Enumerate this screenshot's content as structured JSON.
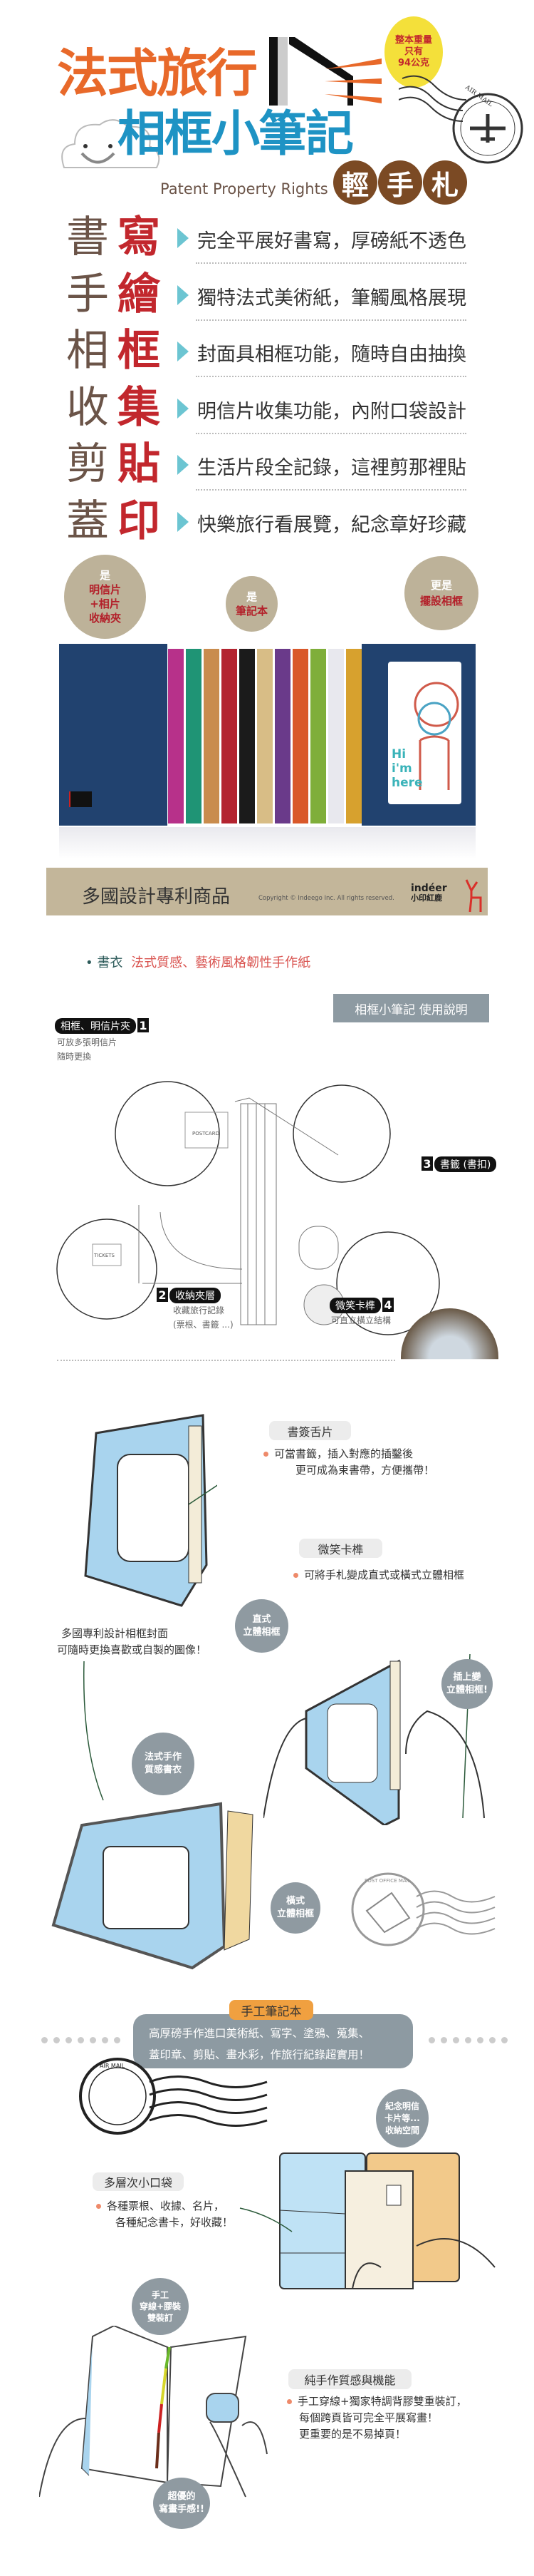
{
  "header": {
    "title_line1": "法式旅行",
    "title_line2": "相框小筆記",
    "weight_badge": [
      "整本重量",
      "只有",
      "94公克"
    ],
    "subtitle": "Patent Property Rights",
    "product_type": [
      "輕",
      "手",
      "札"
    ],
    "stamp_text": "AIR MAIL"
  },
  "features": [
    {
      "k1": "書",
      "k2": "寫",
      "text": "完全平展好書寫，厚磅紙不透色"
    },
    {
      "k1": "手",
      "k2": "繪",
      "text": "獨特法式美術紙，筆觸風格展現"
    },
    {
      "k1": "相",
      "k2": "框",
      "text": "封面具相框功能，隨時自由抽換"
    },
    {
      "k1": "收",
      "k2": "集",
      "text": "明信片收集功能，內附口袋設計"
    },
    {
      "k1": "剪",
      "k2": "貼",
      "text": "生活片段全記錄，這裡剪那裡貼"
    },
    {
      "k1": "蓋",
      "k2": "印",
      "text": "快樂旅行看展覽，紀念章好珍藏"
    }
  ],
  "product_bubbles": {
    "left": {
      "pre": "是",
      "lines": [
        "明信片",
        "+相片",
        "收納夾"
      ]
    },
    "center": {
      "pre": "是",
      "lines": [
        "筆記本"
      ]
    },
    "right": {
      "pre": "更是",
      "lines": [
        "擺設相框"
      ]
    }
  },
  "photo_text": [
    "Hi",
    "i'm",
    "here"
  ],
  "spine_colors": [
    "#b7318a",
    "#1f9475",
    "#c98c4d",
    "#b32430",
    "#1b1b1b",
    "#d8bd86",
    "#6a3a8a",
    "#d9582a",
    "#7fae3a",
    "#e8e8ee",
    "#d7a12e"
  ],
  "cover_color": "#21426f",
  "banner": {
    "title": "多國設計專利商品",
    "copyright": "Copyright © Indeego Inc. All rights reserved.",
    "logo_top": "indéer",
    "logo_bottom": "小印紅鹿"
  },
  "cover_line": {
    "label": "書衣",
    "text": "法式質感、藝術風格韌性手作紙"
  },
  "manual": {
    "header": "相框小筆記 使用說明",
    "item1": {
      "label": "相框、明信片夾",
      "num": "1",
      "desc": [
        "可放多張明信片",
        "隨時更換"
      ],
      "card": "POSTCARD"
    },
    "item2": {
      "label": "收納夾層",
      "num": "2",
      "desc": [
        "收藏旅行記錄",
        "(票根、書籤 ...)"
      ],
      "card": "TICKETS"
    },
    "item3": {
      "label": "書籤 (書扣)",
      "num": "3"
    },
    "item4": {
      "label": "微笑卡榫",
      "num": "4",
      "desc": [
        "可直立橫立結構"
      ]
    }
  },
  "illus1": {
    "tab1": "書簽舌片",
    "tab1_text": [
      "可當書籤，插入對應的插鑿後",
      "更可成為束書帶，方便攜帶！"
    ],
    "tab2": "微笑卡榫",
    "tab2_text": [
      "可將手札變成直式或橫式立體相框"
    ],
    "bubble_vertical": [
      "直式",
      "立體相框"
    ],
    "cover_text": [
      "多國專利設計相框封面",
      "可隨時更換喜歡或自製的圖像！"
    ],
    "bubble_insert": [
      "插上變",
      "立體相框!"
    ],
    "bubble_cover": [
      "法式手作",
      "質感書衣"
    ],
    "bubble_horizontal": [
      "橫式",
      "立體相框"
    ],
    "stamp2": "POST OFFICE MAIL"
  },
  "notebook": {
    "tab": "手工筆記本",
    "desc": [
      "高厚磅手作進口美術紙、寫字、塗鴉、蒐集、",
      "蓋印章、剪貼、畫水彩，作旅行紀錄超實用！"
    ],
    "stamp3": "AIR MAIL",
    "bubble_space": [
      "紀念明信",
      "卡片等...",
      "收納空間"
    ],
    "pocket_tag": "多層次小口袋",
    "pocket_text": [
      "各種票根、收據、名片，",
      "各種紀念書卡，好收藏！"
    ],
    "bubble_binding": [
      "手工",
      "穿線+膠裝",
      "雙裝訂"
    ],
    "bubble_feel": [
      "超優的",
      "寫畫手感!!"
    ],
    "craft_tag": "純手作質感與機能",
    "craft_text": [
      "手工穿線+獨家特調背膠雙重裝訂，",
      "每個跨頁皆可完全平展寫畫！",
      "更重要的是不易掉頁！"
    ]
  }
}
